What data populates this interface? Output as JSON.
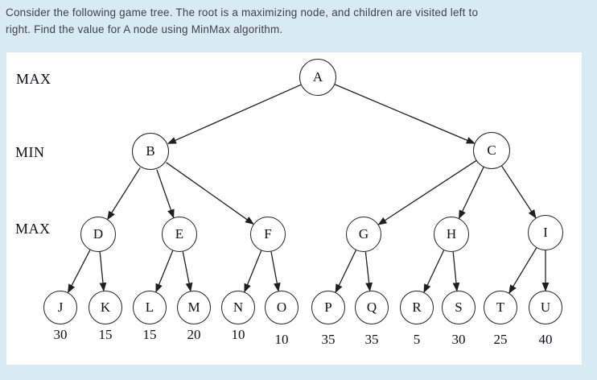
{
  "question": {
    "line1": "Consider the following game tree. The root is a maximizing node, and children are visited left to",
    "line2": "right. Find the value for A node using MinMax algorithm."
  },
  "diagram": {
    "level_labels": [
      {
        "row": "root",
        "label": "MAX"
      },
      {
        "row": "middle",
        "label": "MIN"
      },
      {
        "row": "lower",
        "label": "MAX"
      }
    ],
    "nodes": [
      {
        "id": "A",
        "label": "A",
        "level": "MAX"
      },
      {
        "id": "B",
        "label": "B",
        "level": "MIN"
      },
      {
        "id": "C",
        "label": "C",
        "level": "MIN"
      },
      {
        "id": "D",
        "label": "D",
        "level": "MAX"
      },
      {
        "id": "E",
        "label": "E",
        "level": "MAX"
      },
      {
        "id": "F",
        "label": "F",
        "level": "MAX"
      },
      {
        "id": "G",
        "label": "G",
        "level": "MAX"
      },
      {
        "id": "H",
        "label": "H",
        "level": "MAX"
      },
      {
        "id": "I",
        "label": "I",
        "level": "MAX"
      }
    ],
    "leaves": [
      {
        "label": "J",
        "value": "30"
      },
      {
        "label": "K",
        "value": "15"
      },
      {
        "label": "L",
        "value": "15"
      },
      {
        "label": "M",
        "value": "20"
      },
      {
        "label": "N",
        "value": "10"
      },
      {
        "label": "O",
        "value": "10"
      },
      {
        "label": "P",
        "value": "35"
      },
      {
        "label": "Q",
        "value": "35"
      },
      {
        "label": "R",
        "value": "5"
      },
      {
        "label": "S",
        "value": "30"
      },
      {
        "label": "T",
        "value": "25"
      },
      {
        "label": "U",
        "value": "40"
      }
    ],
    "edges": [
      [
        "A",
        "B"
      ],
      [
        "A",
        "C"
      ],
      [
        "B",
        "D"
      ],
      [
        "B",
        "E"
      ],
      [
        "B",
        "F"
      ],
      [
        "C",
        "G"
      ],
      [
        "C",
        "H"
      ],
      [
        "C",
        "I"
      ],
      [
        "D",
        "J"
      ],
      [
        "D",
        "K"
      ],
      [
        "E",
        "L"
      ],
      [
        "E",
        "M"
      ],
      [
        "F",
        "N"
      ],
      [
        "F",
        "O"
      ],
      [
        "G",
        "P"
      ],
      [
        "G",
        "Q"
      ],
      [
        "H",
        "R"
      ],
      [
        "H",
        "S"
      ],
      [
        "I",
        "T"
      ],
      [
        "I",
        "U"
      ]
    ]
  },
  "colors": {
    "background": "#d9eaf5",
    "panel": "#ffffff",
    "line": "#1f1f1f",
    "question_text": "#3d4349"
  }
}
